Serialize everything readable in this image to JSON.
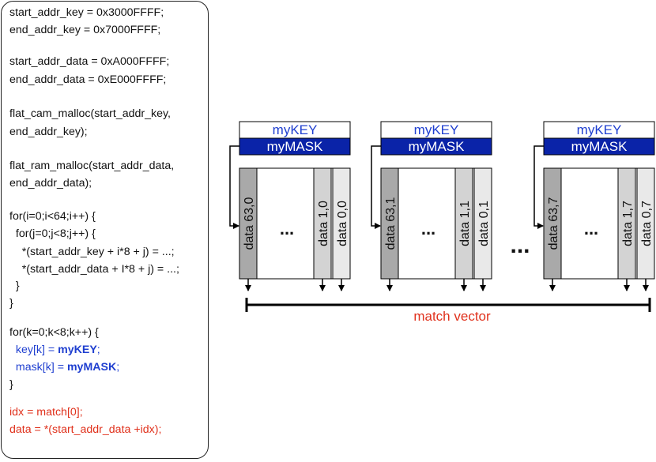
{
  "code": {
    "lines": [
      {
        "segments": [
          {
            "text": "start_addr_key = 0x3000FFFF;"
          }
        ]
      },
      {
        "segments": [
          {
            "text": "end_addr_key = 0x7000FFFF;"
          }
        ]
      },
      {
        "segments": [
          {
            "text": "start_addr_data = 0xA000FFFF;"
          }
        ]
      },
      {
        "segments": [
          {
            "text": "end_addr_data = 0xE000FFFF;"
          }
        ]
      },
      {
        "segments": [
          {
            "text": "flat_cam_malloc(start_addr_key,"
          }
        ]
      },
      {
        "segments": [
          {
            "text": "end_addr_key);"
          }
        ]
      },
      {
        "segments": [
          {
            "text": "flat_ram_malloc(start_addr_data,"
          }
        ]
      },
      {
        "segments": [
          {
            "text": "end_addr_data);"
          }
        ]
      },
      {
        "segments": [
          {
            "text": "for(i=0;i<64;i++) {"
          }
        ]
      },
      {
        "segments": [
          {
            "text": "  for(j=0;j<8;j++) {"
          }
        ]
      },
      {
        "segments": [
          {
            "text": "    *(start_addr_key + i*8 + j) = ...;"
          }
        ]
      },
      {
        "segments": [
          {
            "text": "    *(start_addr_data + I*8 + j) = ...;"
          }
        ]
      },
      {
        "segments": [
          {
            "text": "  }"
          }
        ]
      },
      {
        "segments": [
          {
            "text": "}"
          }
        ]
      },
      {
        "segments": [
          {
            "text": "for(k=0;k<8;k++) {"
          }
        ]
      },
      {
        "segments": [
          {
            "text": "  key[k] = ",
            "style": "blue"
          },
          {
            "text": "myKEY",
            "style": "blue-bold"
          },
          {
            "text": ";",
            "style": "blue"
          }
        ]
      },
      {
        "segments": [
          {
            "text": "  mask[k] = ",
            "style": "blue"
          },
          {
            "text": "myMASK",
            "style": "blue-bold"
          },
          {
            "text": ";",
            "style": "blue"
          }
        ]
      },
      {
        "segments": [
          {
            "text": "}"
          }
        ]
      },
      {
        "segments": [
          {
            "text": "idx = match[0];",
            "style": "red"
          }
        ]
      },
      {
        "segments": [
          {
            "text": "data = *(start_addr_data +idx);",
            "style": "red"
          }
        ]
      }
    ]
  },
  "diagram": {
    "key_label": "myKEY",
    "mask_label": "myMASK",
    "ellipsis_inner": "...",
    "ellipsis_between": "...",
    "output_label": "match vector",
    "blocks": [
      {
        "first_col": "data 63,0",
        "col_a": "data  1,0",
        "col_b": "data  0,0"
      },
      {
        "first_col": "data 63,1",
        "col_a": "data  1,1",
        "col_b": "data  0,1"
      },
      {
        "first_col": "data 63,7",
        "col_a": "data  1,7",
        "col_b": "data  0,7"
      }
    ],
    "colors": {
      "key_text": "#1f3fd0",
      "mask_fill": "#0a23a8",
      "mask_text": "#ffffff",
      "col_dark": "#a9a9a9",
      "col_mid": "#d3d3d3",
      "col_light": "#e9e9e9",
      "output_text": "#e0311c"
    }
  }
}
